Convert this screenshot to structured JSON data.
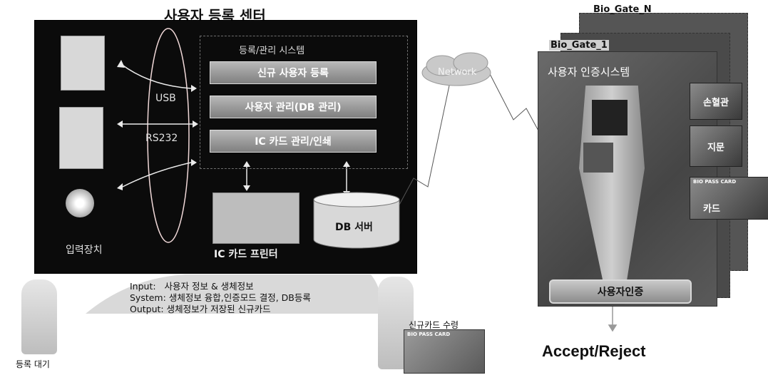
{
  "registration_center": {
    "title": "사용자 등록 센터",
    "system_title": "등록/관리 시스템",
    "menu": [
      "신규 사용자 등록",
      "사용자 관리(DB 관리)",
      "IC 카드 관리/인쇄"
    ],
    "interfaces": [
      "USB",
      "RS232"
    ],
    "input_devices_label": "입력장치",
    "printer_label": "IC 카드 프린터",
    "db_label": "DB 서버"
  },
  "network_label": "Network",
  "io": {
    "input_key": "Input:",
    "input_value": "사용자 정보 & 생체정보",
    "system_key": "System:",
    "system_value": "생체정보 융합,인증모드 결정, DB등록",
    "output_key": "Output:",
    "output_value": "생체정보가 저장된 신규카드"
  },
  "people": {
    "waiting": "등록 대기",
    "receive_card": "신규카드 수령",
    "card_brand": "BIO PASS CARD"
  },
  "gates": {
    "back_label": "Bio_Gate_N",
    "mid_label": "Bio_Gate_1",
    "front_title": "사용자 인증시스템",
    "inputs": [
      "손혈관",
      "지문",
      "카드"
    ],
    "card_brand": "BIO PASS CARD",
    "auth_button": "사용자인증"
  },
  "result": "Accept/Reject",
  "colors": {
    "background": "#ffffff",
    "panel": "#0b0b0b",
    "button": "#9a9a9a"
  }
}
